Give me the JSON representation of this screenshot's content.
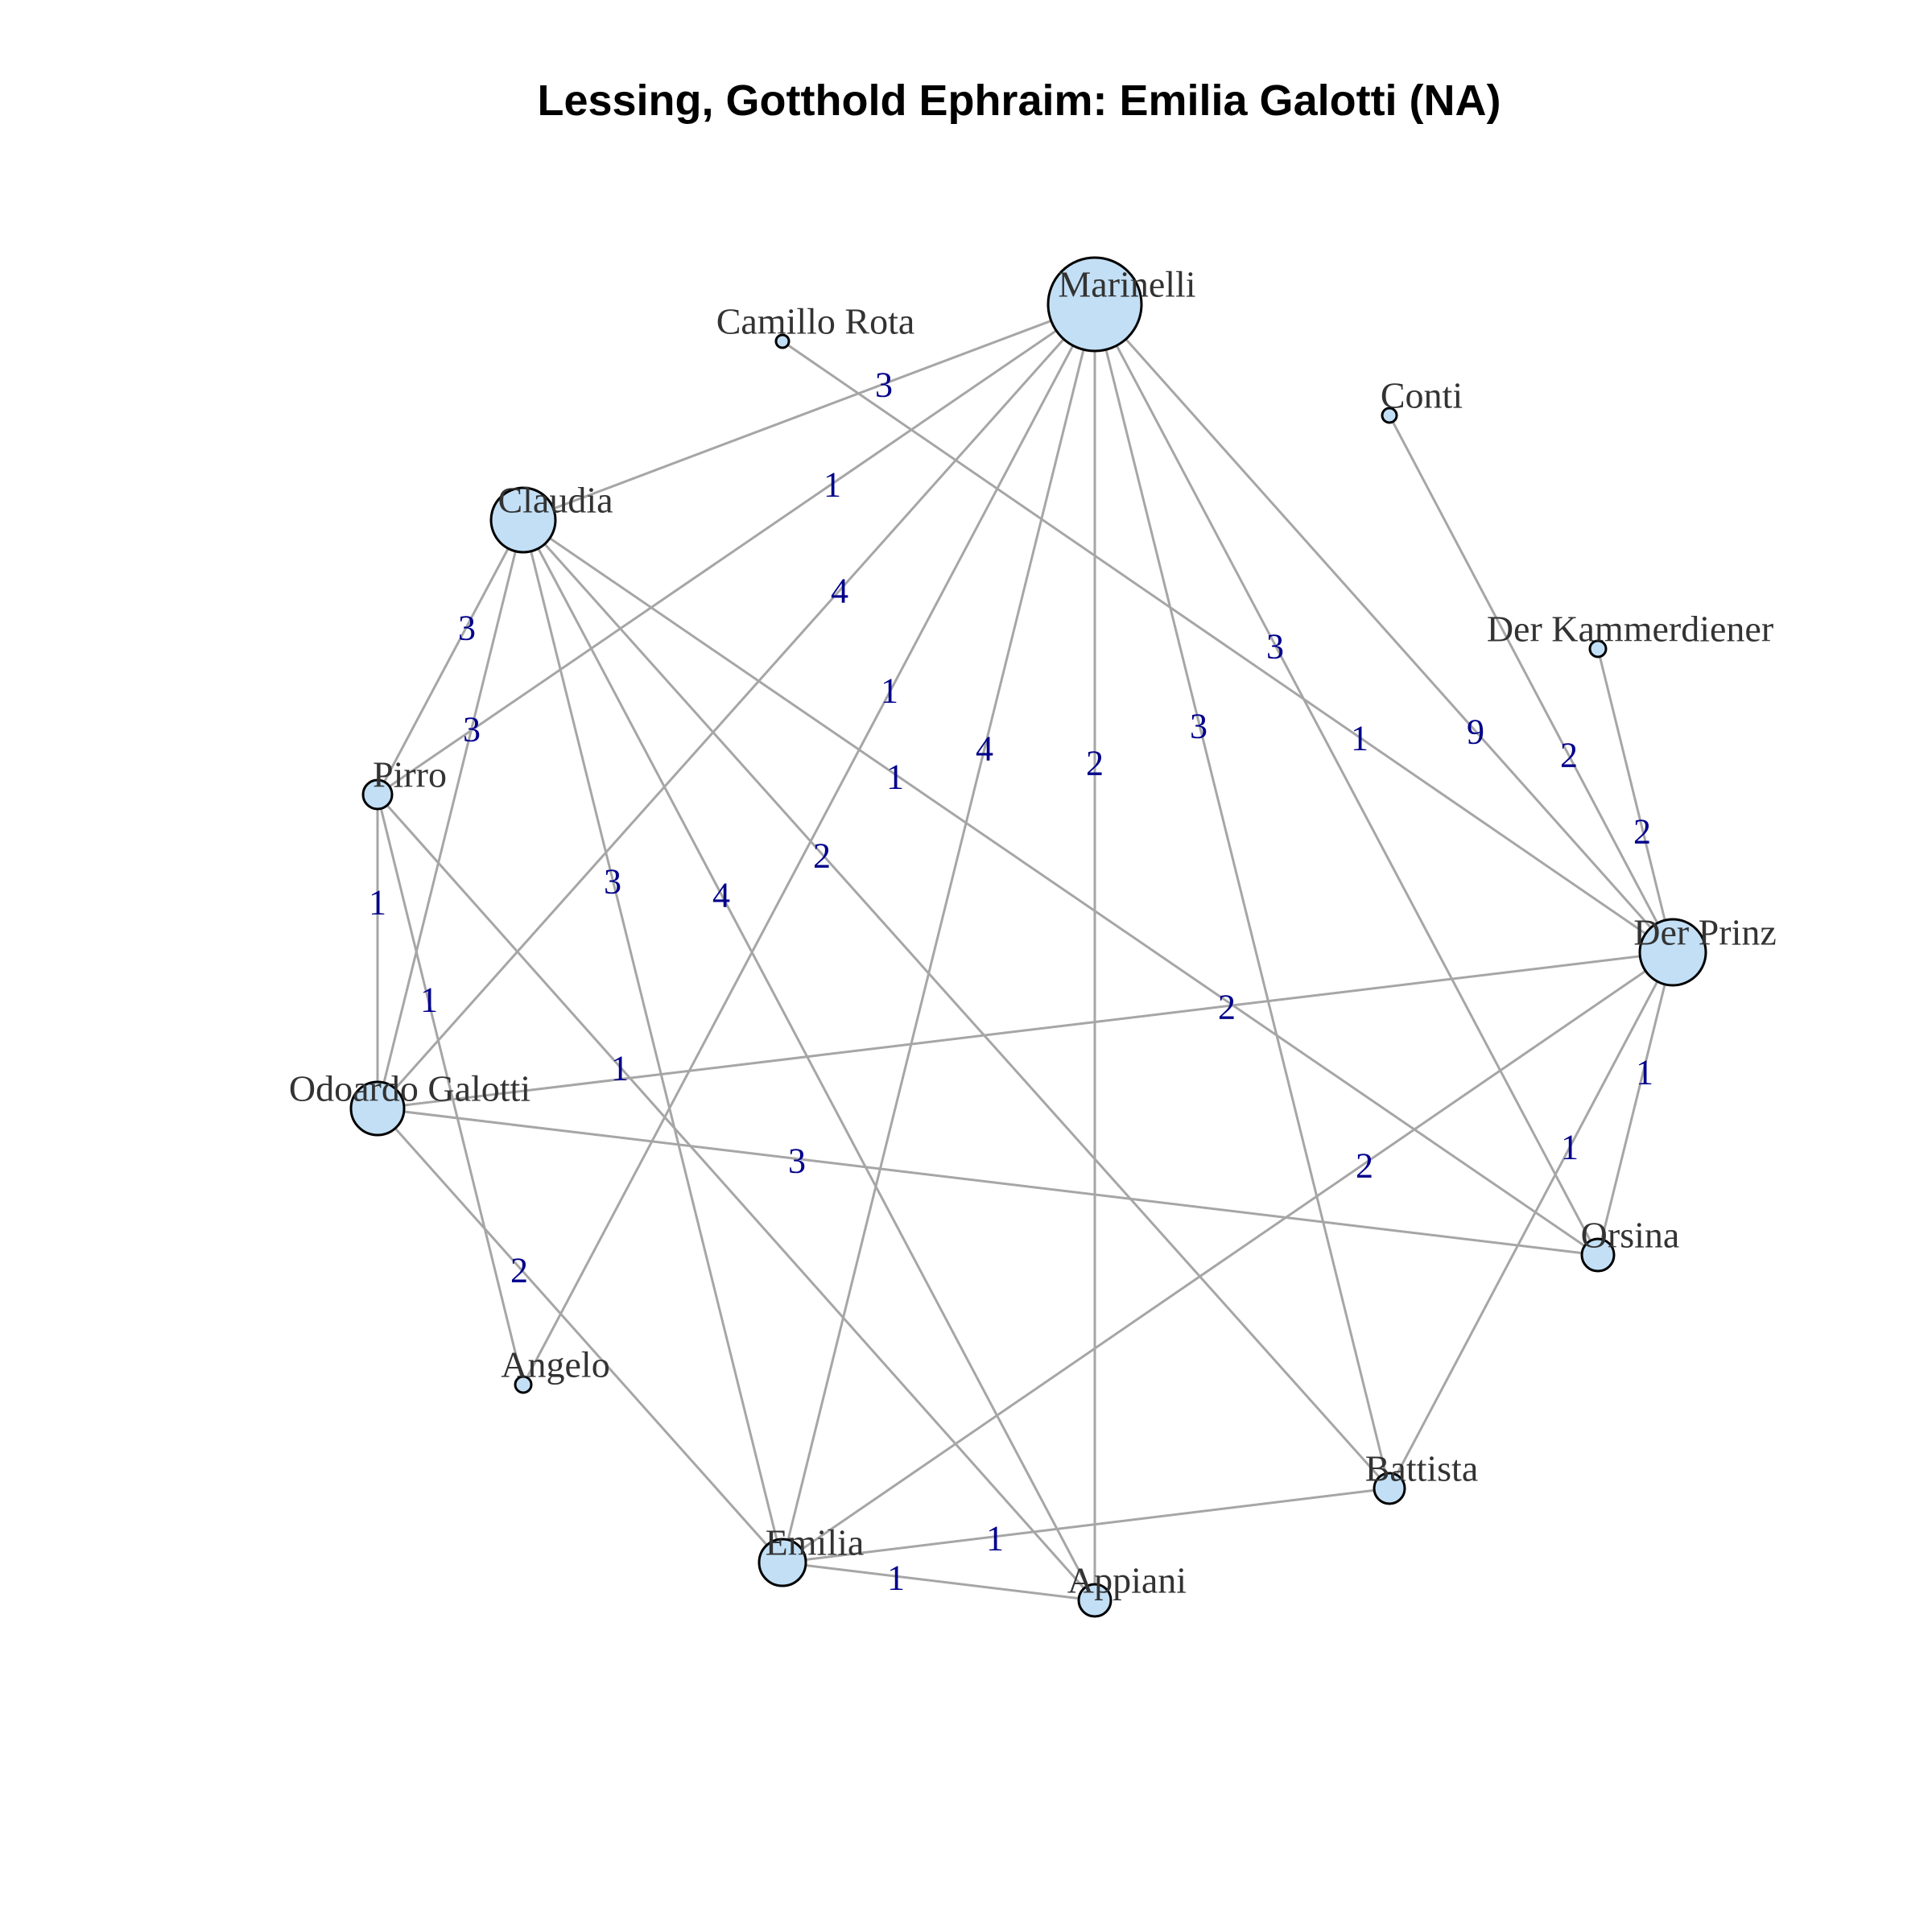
{
  "title": "Lessing, Gotthold Ephraim: Emilia Galotti (NA)",
  "colors": {
    "node_fill": "#c2dff5",
    "node_stroke": "#000000",
    "edge": "#a6a6a6",
    "edge_label": "#00008b",
    "node_label": "#333333"
  },
  "nodes": [
    {
      "id": "marinelli",
      "label": "Marinelli"
    },
    {
      "id": "camillo",
      "label": "Camillo Rota"
    },
    {
      "id": "conti",
      "label": "Conti"
    },
    {
      "id": "claudia",
      "label": "Claudia"
    },
    {
      "id": "kammerdiener",
      "label": "Der Kammerdiener"
    },
    {
      "id": "pirro",
      "label": "Pirro"
    },
    {
      "id": "prinz",
      "label": "Der Prinz"
    },
    {
      "id": "odoardo",
      "label": "Odoardo Galotti"
    },
    {
      "id": "orsina",
      "label": "Orsina"
    },
    {
      "id": "angelo",
      "label": "Angelo"
    },
    {
      "id": "battista",
      "label": "Battista"
    },
    {
      "id": "emilia",
      "label": "Emilia"
    },
    {
      "id": "appiani",
      "label": "Appiani"
    }
  ],
  "edges": [
    {
      "source": "marinelli",
      "target": "claudia",
      "weight": "3"
    },
    {
      "source": "marinelli",
      "target": "pirro",
      "weight": "1"
    },
    {
      "source": "marinelli",
      "target": "odoardo",
      "weight": "4"
    },
    {
      "source": "marinelli",
      "target": "angelo",
      "weight": "1"
    },
    {
      "source": "marinelli",
      "target": "emilia",
      "weight": "4"
    },
    {
      "source": "marinelli",
      "target": "appiani",
      "weight": "2"
    },
    {
      "source": "marinelli",
      "target": "battista",
      "weight": "3"
    },
    {
      "source": "marinelli",
      "target": "orsina",
      "weight": "3"
    },
    {
      "source": "marinelli",
      "target": "prinz",
      "weight": "9"
    },
    {
      "source": "camillo",
      "target": "prinz",
      "weight": "1"
    },
    {
      "source": "conti",
      "target": "prinz",
      "weight": "2"
    },
    {
      "source": "kammerdiener",
      "target": "prinz",
      "weight": "2"
    },
    {
      "source": "claudia",
      "target": "pirro",
      "weight": "3"
    },
    {
      "source": "claudia",
      "target": "odoardo",
      "weight": "3"
    },
    {
      "source": "claudia",
      "target": "emilia",
      "weight": "3"
    },
    {
      "source": "claudia",
      "target": "appiani",
      "weight": "4"
    },
    {
      "source": "claudia",
      "target": "battista",
      "weight": "2"
    },
    {
      "source": "claudia",
      "target": "orsina",
      "weight": "1"
    },
    {
      "source": "pirro",
      "target": "odoardo",
      "weight": "1"
    },
    {
      "source": "pirro",
      "target": "angelo",
      "weight": "1"
    },
    {
      "source": "pirro",
      "target": "appiani",
      "weight": "1"
    },
    {
      "source": "odoardo",
      "target": "prinz",
      "weight": "2"
    },
    {
      "source": "odoardo",
      "target": "orsina",
      "weight": "3"
    },
    {
      "source": "odoardo",
      "target": "emilia",
      "weight": "2"
    },
    {
      "source": "prinz",
      "target": "emilia",
      "weight": "2"
    },
    {
      "source": "prinz",
      "target": "battista",
      "weight": "1"
    },
    {
      "source": "prinz",
      "target": "orsina",
      "weight": "1"
    },
    {
      "source": "emilia",
      "target": "battista",
      "weight": "1"
    },
    {
      "source": "emilia",
      "target": "appiani",
      "weight": "1"
    }
  ]
}
